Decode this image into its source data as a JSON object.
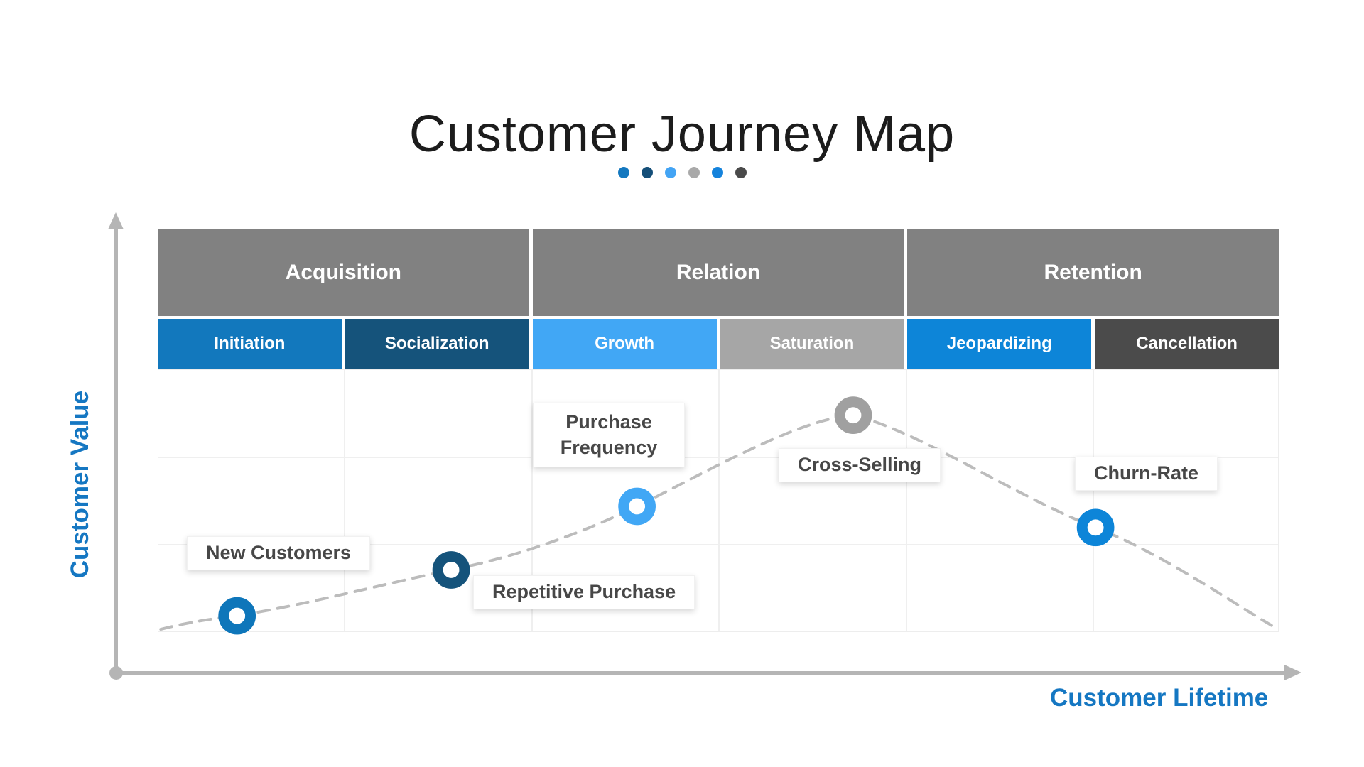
{
  "title": "Customer Journey Map",
  "dots": {
    "colors": [
      "#1478bf",
      "#154f79",
      "#43a4f4",
      "#a9a9a9",
      "#1583dc",
      "#4a4a4a"
    ]
  },
  "axes": {
    "x_label": "Customer Lifetime",
    "y_label": "Customer Value",
    "label_color": "#1577c2",
    "axis_color": "#b5b5b5"
  },
  "stages": {
    "phase_color": "#818181",
    "phases": [
      {
        "label": "Acquisition"
      },
      {
        "label": "Relation"
      },
      {
        "label": "Retention"
      }
    ],
    "sub_stages": [
      {
        "label": "Initiation",
        "color": "#1278bd"
      },
      {
        "label": "Socialization",
        "color": "#15537b"
      },
      {
        "label": "Growth",
        "color": "#41a7f5"
      },
      {
        "label": "Saturation",
        "color": "#a6a6a6"
      },
      {
        "label": "Jeopardizing",
        "color": "#0d85d8"
      },
      {
        "label": "Cancellation",
        "color": "#4b4b4b"
      }
    ]
  },
  "chart_data": {
    "type": "line",
    "title": "Customer Journey Map",
    "xlabel": "Customer Lifetime",
    "ylabel": "Customer Value",
    "style": "dashed gray curve rising to a peak then falling, ring markers at touchpoints",
    "curve_color": "#bcbcbc",
    "x_range_normalized": [
      0,
      1
    ],
    "y_range_normalized": [
      0,
      1
    ],
    "curve_endpoints": [
      {
        "x": 0.0,
        "y": 0.01
      },
      {
        "x": 1.0,
        "y": 0.01
      }
    ],
    "points": [
      {
        "label": "New Customers",
        "stage": "Initiation",
        "x": 0.07,
        "y": 0.06,
        "color": "#0e76ba"
      },
      {
        "label": "Repetitive Purchase",
        "stage": "Socialization",
        "x": 0.26,
        "y": 0.24,
        "color": "#15537b"
      },
      {
        "label": "Purchase Frequency",
        "stage": "Growth",
        "x": 0.43,
        "y": 0.48,
        "color": "#41a7f5"
      },
      {
        "label": "Cross-Selling",
        "stage": "Saturation",
        "x": 0.62,
        "y": 0.83,
        "color": "#a0a0a0"
      },
      {
        "label": "Churn-Rate",
        "stage": "Jeopardizing",
        "x": 0.84,
        "y": 0.4,
        "color": "#0d85d8"
      }
    ]
  }
}
